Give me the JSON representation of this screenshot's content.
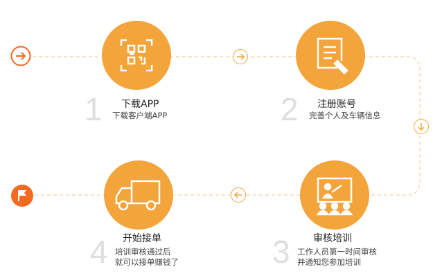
{
  "colors": {
    "accent": "#f3a43a",
    "start": "#f26b21",
    "number": "#dedede"
  },
  "steps": [
    {
      "number": "1",
      "title": "下载APP",
      "desc": [
        "下载客户端APP"
      ],
      "icon": "qr-code-icon"
    },
    {
      "number": "2",
      "title": "注册账号",
      "desc": [
        "完善个人及车辆信息"
      ],
      "icon": "document-edit-icon"
    },
    {
      "number": "3",
      "title": "审核培训",
      "desc": [
        "工作人员第一时间审核",
        "并通知您参加培训"
      ],
      "icon": "training-icon"
    },
    {
      "number": "4",
      "title": "开始接单",
      "desc": [
        "培训审核通过后",
        "就可以接单赚钱了"
      ],
      "icon": "truck-icon"
    }
  ]
}
